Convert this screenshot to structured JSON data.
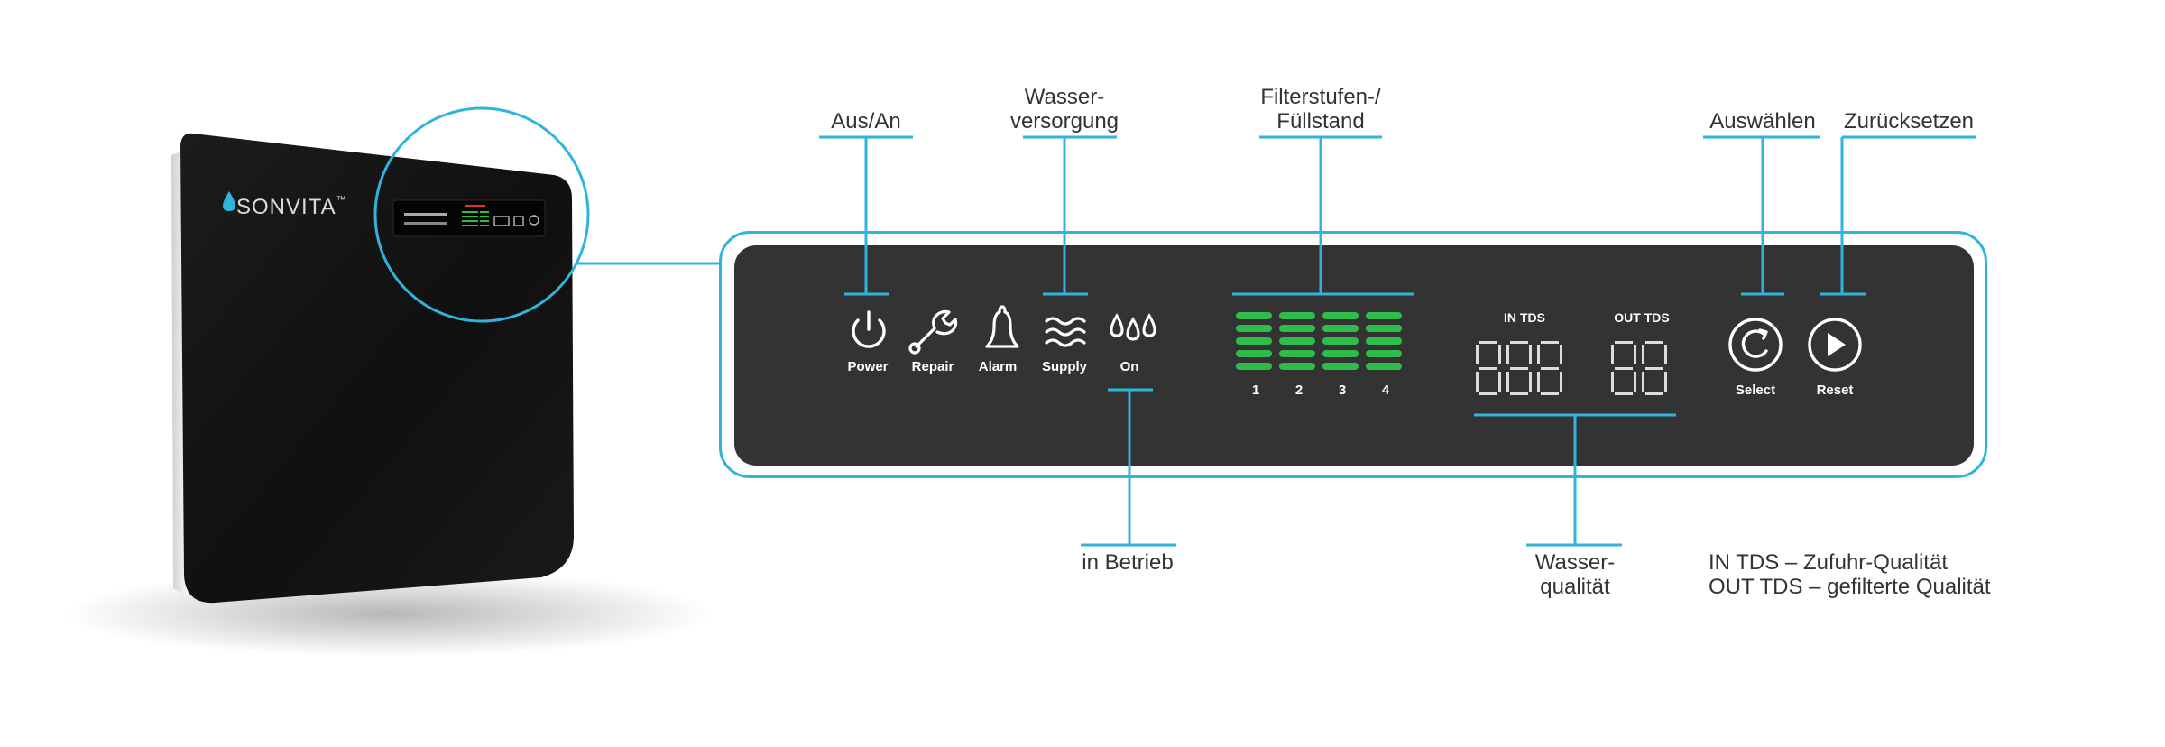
{
  "device": {
    "brand": "SONVITA",
    "brand_mark": "™"
  },
  "callouts": {
    "power": "Aus/An",
    "supply_line1": "Wasser-",
    "supply_line2": "versorgung",
    "filter_line1": "Filterstufen-/",
    "filter_line2": "Füllstand",
    "select": "Auswählen",
    "reset": "Zurücksetzen",
    "on": "in Betrieb",
    "quality_line1": "Wasser-",
    "quality_line2": "qualität",
    "tds_note_line1": "IN TDS – Zufuhr-Qualität",
    "tds_note_line2": "OUT TDS – gefilterte Qualität"
  },
  "panel": {
    "icons": [
      {
        "label": "Power",
        "icon": "power-icon"
      },
      {
        "label": "Repair",
        "icon": "wrench-icon"
      },
      {
        "label": "Alarm",
        "icon": "bell-icon"
      },
      {
        "label": "Supply",
        "icon": "waves-icon"
      },
      {
        "label": "On",
        "icon": "droplets-icon"
      }
    ],
    "filter_stages": [
      "1",
      "2",
      "3",
      "4"
    ],
    "filter_levels_lit": [
      5,
      5,
      5,
      5
    ],
    "in_tds_label": "IN TDS",
    "out_tds_label": "OUT TDS",
    "select_label": "Select",
    "reset_label": "Reset"
  },
  "colors": {
    "accent": "#2fb5dc",
    "panel_bg": "#333333",
    "led_green": "#2ebd4a",
    "device_body": "#141414"
  }
}
